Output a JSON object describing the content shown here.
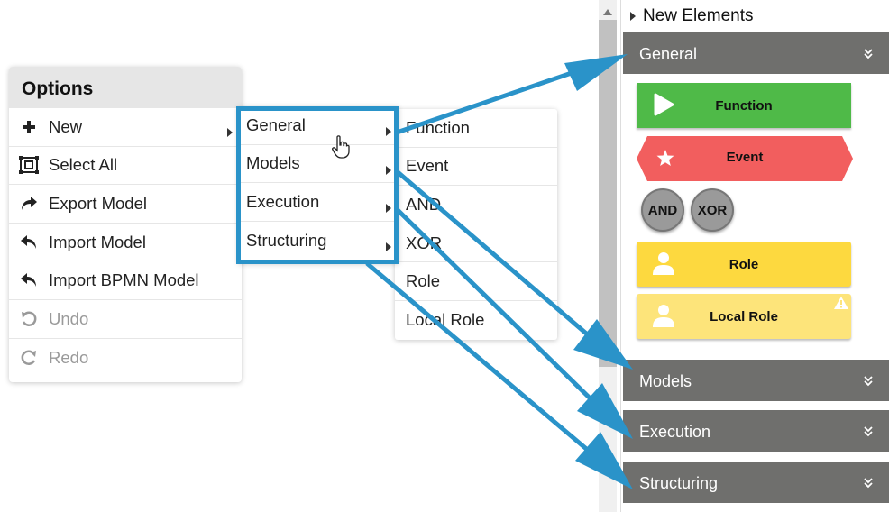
{
  "options_menu": {
    "title": "Options",
    "items": [
      {
        "label": "New",
        "icon": "plus-icon",
        "has_submenu": true,
        "disabled": false
      },
      {
        "label": "Select All",
        "icon": "select-all-icon",
        "has_submenu": false,
        "disabled": false
      },
      {
        "label": "Export Model",
        "icon": "share-arrow-icon",
        "has_submenu": false,
        "disabled": false
      },
      {
        "label": "Import Model",
        "icon": "reply-arrow-icon",
        "has_submenu": false,
        "disabled": false
      },
      {
        "label": "Import BPMN Model",
        "icon": "reply-arrow-icon",
        "has_submenu": false,
        "disabled": false
      },
      {
        "label": "Undo",
        "icon": "undo-icon",
        "has_submenu": false,
        "disabled": true
      },
      {
        "label": "Redo",
        "icon": "redo-icon",
        "has_submenu": false,
        "disabled": true
      }
    ]
  },
  "new_submenu": {
    "items": [
      {
        "label": "General"
      },
      {
        "label": "Models"
      },
      {
        "label": "Execution"
      },
      {
        "label": "Structuring"
      }
    ]
  },
  "general_submenu": {
    "items": [
      {
        "label": "Function"
      },
      {
        "label": "Event"
      },
      {
        "label": "AND"
      },
      {
        "label": "XOR"
      },
      {
        "label": "Role"
      },
      {
        "label": "Local Role"
      }
    ]
  },
  "panel": {
    "title": "New Elements",
    "sections": {
      "general": "General",
      "models": "Models",
      "execution": "Execution",
      "structuring": "Structuring"
    },
    "elements": {
      "function": "Function",
      "event": "Event",
      "and": "AND",
      "xor": "XOR",
      "role": "Role",
      "local_role": "Local Role"
    }
  },
  "colors": {
    "highlight": "#2a93c9",
    "function": "#4fba48",
    "event": "#f25e5e",
    "gate": "#9a9a9a",
    "role": "#fdd93f",
    "local_role": "#fde47a",
    "section_header": "#6f6f6d"
  }
}
